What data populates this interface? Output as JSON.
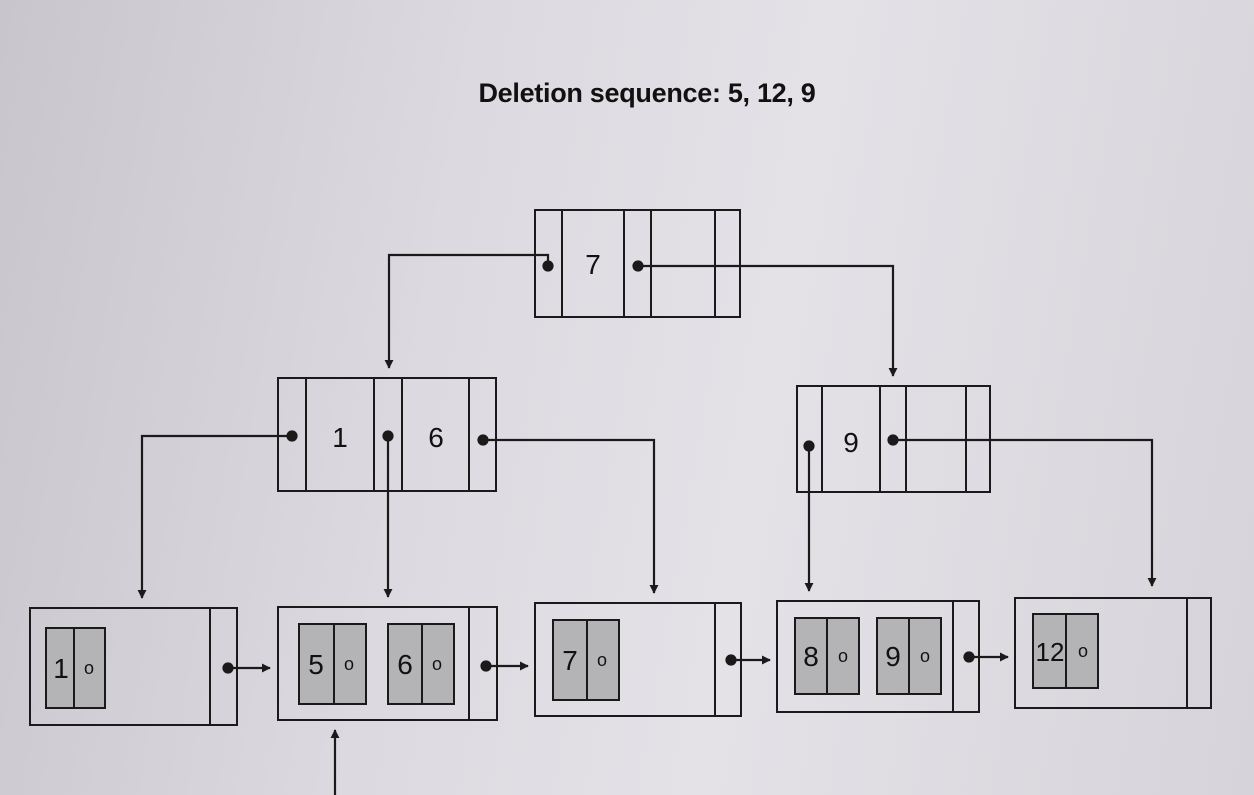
{
  "title": "Deletion sequence: 5, 12, 9",
  "root": {
    "keys": [
      "7"
    ]
  },
  "internal_left": {
    "keys": [
      "1",
      "6"
    ]
  },
  "internal_right": {
    "keys": [
      "9"
    ]
  },
  "leaves": [
    {
      "entries": [
        {
          "key": "1",
          "ptr": "o"
        }
      ]
    },
    {
      "entries": [
        {
          "key": "5",
          "ptr": "o"
        },
        {
          "key": "6",
          "ptr": "o"
        }
      ]
    },
    {
      "entries": [
        {
          "key": "7",
          "ptr": "o"
        }
      ]
    },
    {
      "entries": [
        {
          "key": "8",
          "ptr": "o"
        },
        {
          "key": "9",
          "ptr": "o"
        }
      ]
    },
    {
      "entries": [
        {
          "key": "12",
          "ptr": "o"
        }
      ]
    }
  ],
  "colors": {
    "line": "#1a1a1a",
    "entry_fill": "#b4b4b6",
    "node_fill": "#e9e8ec"
  }
}
